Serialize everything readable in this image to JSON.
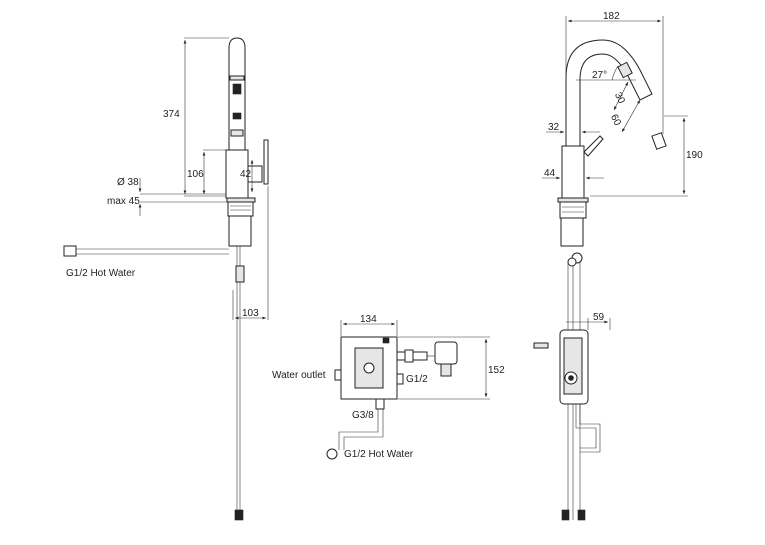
{
  "front_view": {
    "dim_height_total": "374",
    "dim_body_height": "106",
    "dim_lever": "42",
    "dim_diameter": "Ø 38",
    "dim_max": "max 45",
    "dim_depth": "103",
    "label_hot_water": "G1/2 Hot Water"
  },
  "control_box": {
    "dim_width": "134",
    "dim_height": "152",
    "label_water_outlet": "Water outlet",
    "label_inlet": "G1/2",
    "label_bottom": "G3/8",
    "label_hot_water": "G1/2 Hot Water"
  },
  "side_view": {
    "dim_reach": "182",
    "dim_angle": "27°",
    "dim_spout_30": "30",
    "dim_spout_60": "60",
    "dim_neck": "32",
    "dim_base": "44",
    "dim_outlet_height": "190",
    "dim_box_depth": "59"
  }
}
